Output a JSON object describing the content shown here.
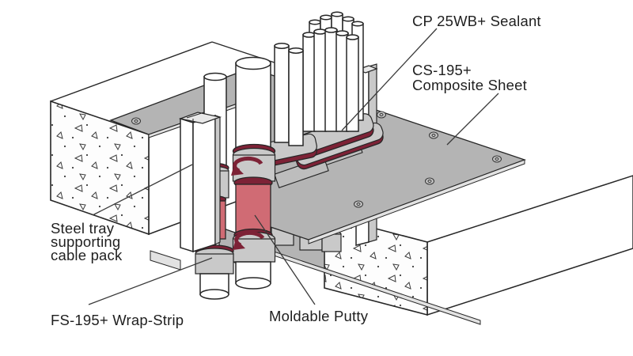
{
  "diagram": {
    "type": "firestop-cable-penetration-cutaway",
    "labels": {
      "sealant": {
        "text": "CP 25WB+ Sealant"
      },
      "sheet": {
        "line1": "CS-195+",
        "line2": "Composite Sheet"
      },
      "tray": {
        "line1": "Steel tray",
        "line2": "supporting",
        "line3": "cable pack"
      },
      "wrap": {
        "text": "FS-195+ Wrap-Strip"
      },
      "putty": {
        "text": "Moldable Putty"
      }
    },
    "colors": {
      "sheet_gray": "#b4b4b4",
      "collar_gray": "#c9c9c9",
      "putty_red": "#d06b74",
      "sealant_maroon": "#7d2236",
      "concrete_speckle": "#3c3c3c",
      "outline": "#262626",
      "label_text": "#1f1f1f"
    }
  }
}
